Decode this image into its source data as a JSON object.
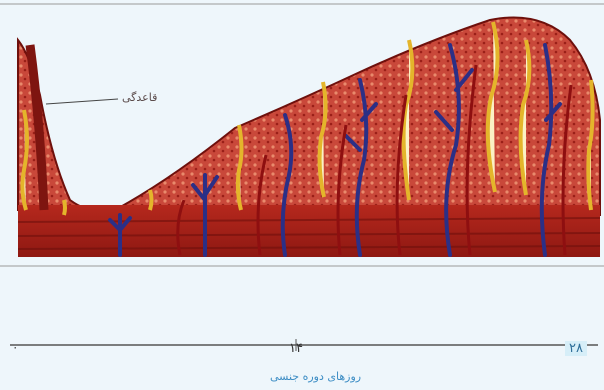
{
  "labels": {
    "menstruation": "قاعدگی"
  },
  "axis": {
    "tick_start": "۰",
    "tick_mid": "۱۴",
    "tick_end": "۲۸",
    "title": "روزهای دوره جنسی"
  },
  "colors": {
    "background": "#eef6fb",
    "tissue": "#a8231b",
    "tissue_dark": "#7e1510",
    "tissue_light": "#d9604c",
    "vessel_blue": "#2b2f86",
    "artery_red": "#8e0f10",
    "gland_gold": "#e4b52b",
    "gland_inner": "#fbf1c4",
    "axis_line": "#555555"
  }
}
